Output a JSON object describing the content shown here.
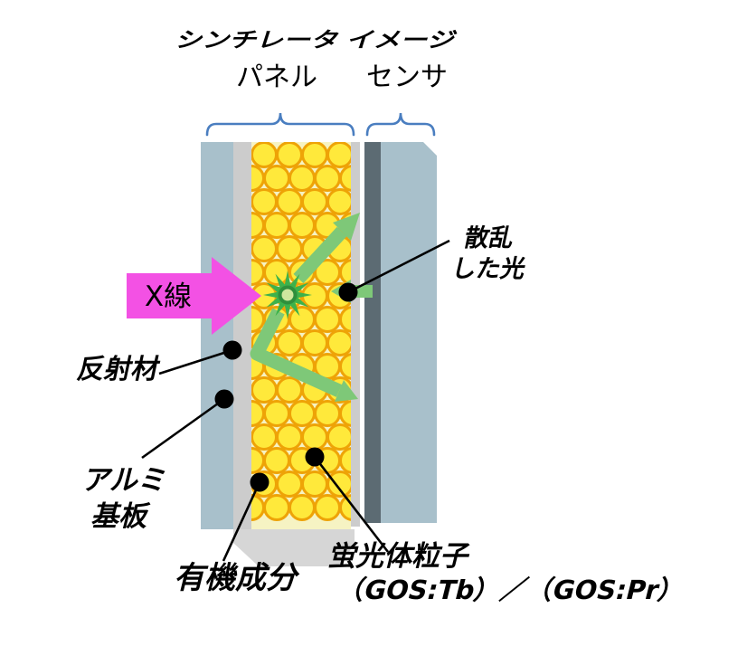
{
  "diagram": {
    "headers": {
      "panel_title_line1": "シンチレータ",
      "panel_title_line2": "パネル",
      "sensor_title_line1": "イメージ",
      "sensor_title_line2": "センサ"
    },
    "xray": {
      "label": "X線"
    },
    "callouts": {
      "scattered_light_line1": "散乱",
      "scattered_light_line2": "した光",
      "reflector": "反射材",
      "substrate_line1": "アルミ",
      "substrate_line2": "基板",
      "binder": "有機成分",
      "phosphor_line1": "蛍光体粒子",
      "phosphor_line2": "（GOS:Tb）／（GOS:Pr）"
    },
    "colors": {
      "bluegray": "#a8c0cb",
      "graystrip": "#cccccc",
      "cream": "#f6f3c3",
      "phosphor_fill": "#ffe93b",
      "phosphor_stroke": "#eea307",
      "darkstrip": "#5c6b73",
      "basegray": "#d6d6d6",
      "brace": "#4a7ec0",
      "green": "#7ec878",
      "stargreen": "#3db24b",
      "starring": "#2f8f3c",
      "starcenter": "#cfe79e",
      "pink": "#f351e4",
      "ink": "#000000"
    }
  }
}
